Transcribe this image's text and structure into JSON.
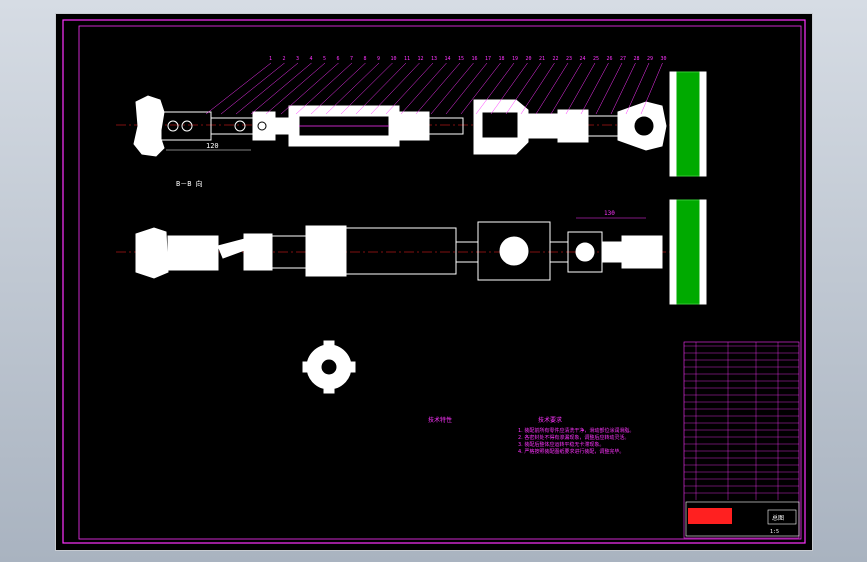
{
  "view_label": "B－B 向",
  "dimensions": {
    "top": "120",
    "bottom": "130"
  },
  "part_numbers": [
    "1",
    "2",
    "3",
    "4",
    "5",
    "6",
    "7",
    "8",
    "9",
    "10",
    "11",
    "12",
    "13",
    "14",
    "15",
    "16",
    "17",
    "18",
    "19",
    "20",
    "21",
    "22",
    "23",
    "24",
    "25",
    "26",
    "27",
    "28",
    "29",
    "30"
  ],
  "tech_spec": {
    "title": "技术特性"
  },
  "tech_req": {
    "title": "技术要求",
    "lines": [
      "1. 装配前所有零件应清洗干净，滑动部位涂润滑脂。",
      "2. 各密封处不得有渗漏现象，调整后应转动灵活。",
      "3. 装配后整体应运转平稳无卡滞现象。",
      "4. 严格按照装配图纸要求进行装配，调整完毕。"
    ]
  },
  "title_block": {
    "drawing_name": "总图",
    "scale": "1:5"
  },
  "colors": {
    "outline": "#ffffff",
    "leader": "#ff33ff",
    "centerline": "#ff2020",
    "hatch": "#33cc33",
    "dim": "#00e5ff",
    "border": "#ff33ff"
  }
}
